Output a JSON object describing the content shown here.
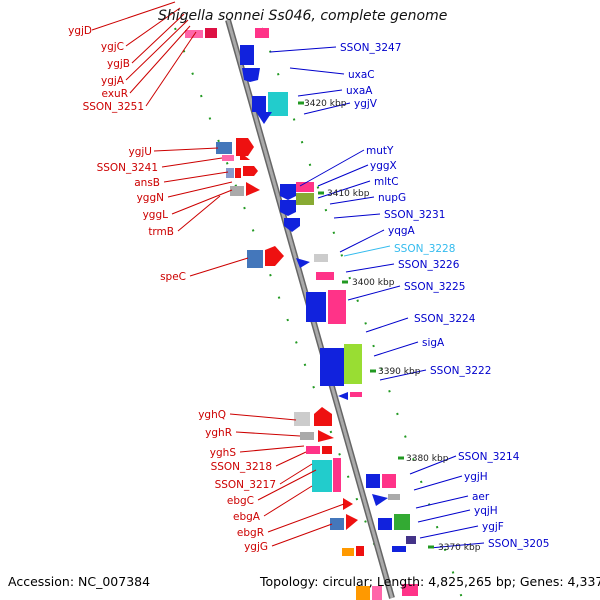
{
  "title": "Shigella sonnei Ss046, complete genome",
  "footer": {
    "accession": "Accession: NC_007384",
    "summary": "Topology: circular; Length: 4,825,265 bp; Genes: 4,337"
  },
  "kbp_ticks": [
    "3420 kbp",
    "3410 kbp",
    "3400 kbp",
    "3390 kbp",
    "3380 kbp",
    "3370 kbp"
  ],
  "left_labels": [
    "ygjD",
    "ygjC",
    "ygjB",
    "ygjA",
    "exuR",
    "SSON_3251",
    "ygjU",
    "SSON_3241",
    "ansB",
    "yggN",
    "yggL",
    "trmB",
    "speC",
    "yghQ",
    "yghR",
    "yghS",
    "SSON_3218",
    "SSON_3217",
    "ebgC",
    "ebgA",
    "ebgR",
    "ygjG"
  ],
  "right_labels": [
    "SSON_3247",
    "uxaC",
    "uxaA",
    "ygjV",
    "mutY",
    "yggX",
    "mltC",
    "nupG",
    "SSON_3231",
    "yqgA",
    "SSON_3228",
    "SSON_3226",
    "SSON_3225",
    "SSON_3224",
    "sigA",
    "SSON_3222",
    "SSON_3214",
    "ygjH",
    "aer",
    "yqjH",
    "ygjF",
    "SSON_3205"
  ],
  "colors": {
    "left_strand": "#cc0000",
    "right_strand": "#0000cc",
    "highlight": "#33bbee",
    "backbone": "#888888"
  }
}
